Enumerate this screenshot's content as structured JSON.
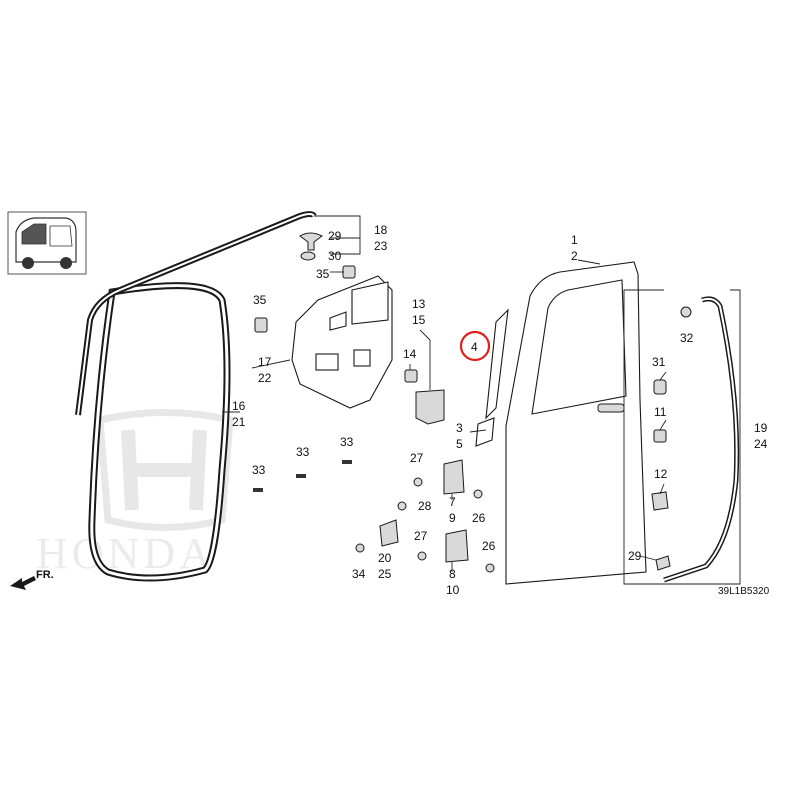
{
  "diagram_code": "39L1B5320",
  "watermark": {
    "brand": "HONDA"
  },
  "direction_label": "FR.",
  "highlight_color": "#e0201b",
  "callouts": [
    {
      "id": "c1",
      "text": "1"
    },
    {
      "id": "c2",
      "text": "2"
    },
    {
      "id": "c3",
      "text": "3"
    },
    {
      "id": "c4",
      "text": "4"
    },
    {
      "id": "c5",
      "text": "5"
    },
    {
      "id": "c7",
      "text": "7"
    },
    {
      "id": "c8",
      "text": "8"
    },
    {
      "id": "c9",
      "text": "9"
    },
    {
      "id": "c10",
      "text": "10"
    },
    {
      "id": "c11",
      "text": "11"
    },
    {
      "id": "c12",
      "text": "12"
    },
    {
      "id": "c13",
      "text": "13"
    },
    {
      "id": "c14",
      "text": "14"
    },
    {
      "id": "c15",
      "text": "15"
    },
    {
      "id": "c16",
      "text": "16"
    },
    {
      "id": "c17",
      "text": "17"
    },
    {
      "id": "c18",
      "text": "18"
    },
    {
      "id": "c19",
      "text": "19"
    },
    {
      "id": "c20",
      "text": "20"
    },
    {
      "id": "c21",
      "text": "21"
    },
    {
      "id": "c22",
      "text": "22"
    },
    {
      "id": "c23",
      "text": "23"
    },
    {
      "id": "c24",
      "text": "24"
    },
    {
      "id": "c25",
      "text": "25"
    },
    {
      "id": "c26a",
      "text": "26"
    },
    {
      "id": "c26b",
      "text": "26"
    },
    {
      "id": "c27a",
      "text": "27"
    },
    {
      "id": "c27b",
      "text": "27"
    },
    {
      "id": "c28",
      "text": "28"
    },
    {
      "id": "c29a",
      "text": "29"
    },
    {
      "id": "c29b",
      "text": "29"
    },
    {
      "id": "c30",
      "text": "30"
    },
    {
      "id": "c31",
      "text": "31"
    },
    {
      "id": "c32",
      "text": "32"
    },
    {
      "id": "c33a",
      "text": "33"
    },
    {
      "id": "c33b",
      "text": "33"
    },
    {
      "id": "c33c",
      "text": "33"
    },
    {
      "id": "c34",
      "text": "34"
    },
    {
      "id": "c35a",
      "text": "35"
    },
    {
      "id": "c35b",
      "text": "35"
    }
  ]
}
